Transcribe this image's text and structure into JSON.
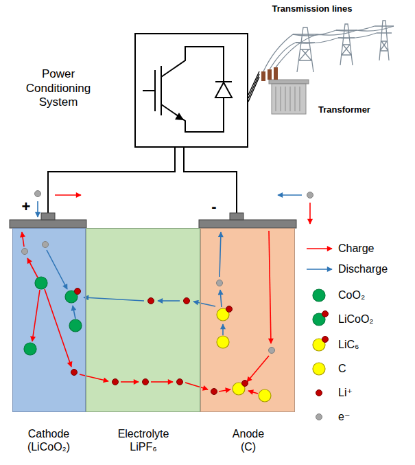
{
  "diagram": {
    "nodes": [
      {
        "text": [
          "Power Conditioning System"
        ]
      },
      {
        "text": [
          "Transformer"
        ]
      },
      {
        "text": [
          "Cathode (LiCoO₂)"
        ]
      },
      {
        "text": [
          "Electrolyte LiPF₆"
        ]
      },
      {
        "text": [
          "Anode (C)"
        ]
      }
    ],
    "edges": [
      {
        "from": 0,
        "to": 1,
        "arrow": "none"
      },
      {
        "from": 0,
        "to": 2,
        "arrow": "none"
      },
      {
        "from": 0,
        "to": 4,
        "arrow": "none"
      }
    ],
    "labels": [
      "Transmission lines",
      "+",
      "-"
    ],
    "legend": [
      {
        "text": "Charge"
      },
      {
        "text": "Discharge"
      },
      {
        "text": "CoO₂"
      },
      {
        "text": "LiCoO₂"
      },
      {
        "text": "LiC₆"
      },
      {
        "text": "C"
      },
      {
        "text": "Li⁺"
      },
      {
        "text": "e⁻"
      }
    ]
  }
}
